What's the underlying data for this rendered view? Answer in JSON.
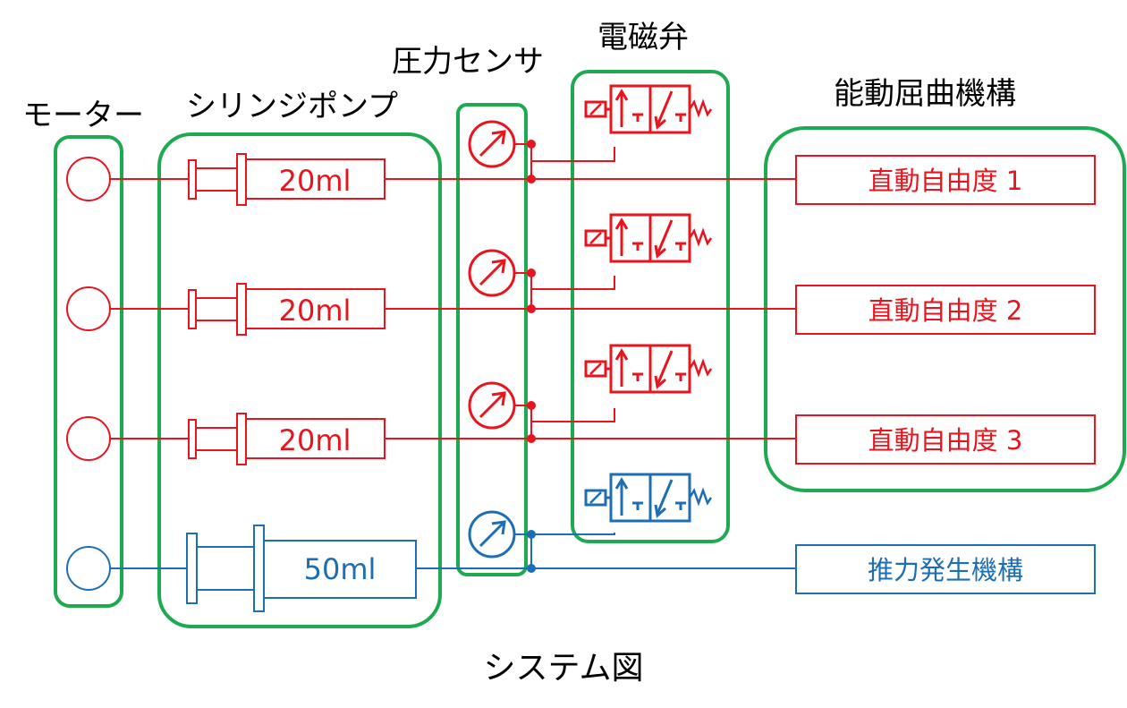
{
  "colors": {
    "group": "#1eaa50",
    "red": "#e8141e",
    "blue": "#1e6eb4",
    "text": "#000000"
  },
  "headings": {
    "motor": "モーター",
    "syringe_pump": "シリンジポンプ",
    "pressure_sensor": "圧力センサ",
    "solenoid_valve": "電磁弁",
    "active_flexion": "能動屈曲機構"
  },
  "syringes": [
    {
      "volume": "20ml",
      "color": "red"
    },
    {
      "volume": "20ml",
      "color": "red"
    },
    {
      "volume": "20ml",
      "color": "red"
    },
    {
      "volume": "50ml",
      "color": "blue"
    }
  ],
  "outputs": [
    {
      "label": "直動自由度 1",
      "color": "red"
    },
    {
      "label": "直動自由度 2",
      "color": "red"
    },
    {
      "label": "直動自由度 3",
      "color": "red"
    },
    {
      "label": "推力発生機構",
      "color": "blue"
    }
  ],
  "caption": "システム図"
}
